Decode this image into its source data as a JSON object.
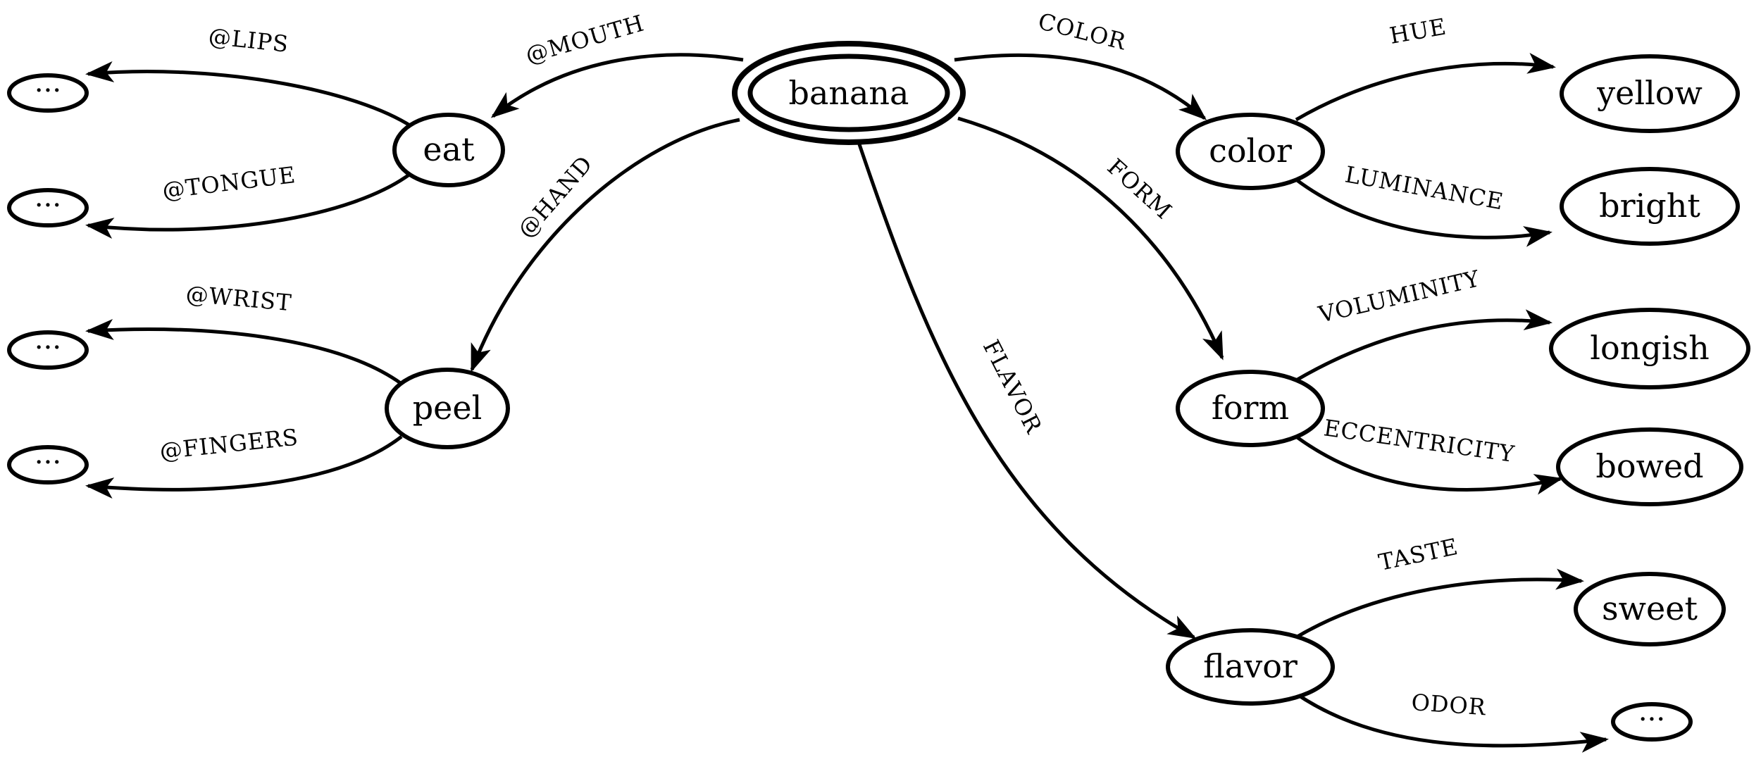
{
  "nodes": {
    "banana": "banana",
    "eat": "eat",
    "peel": "peel",
    "color": "color",
    "form": "form",
    "flavor": "flavor",
    "yellow": "yellow",
    "bright": "bright",
    "longish": "longish",
    "bowed": "bowed",
    "sweet": "sweet",
    "ellipsis": "···"
  },
  "edges": {
    "mouth": "@MOUTH",
    "hand": "@HAND",
    "lips": "@LIPS",
    "tongue": "@TONGUE",
    "wrist": "@WRIST",
    "fingers": "@FINGERS",
    "color": "COLOR",
    "form": "FORM",
    "flavor": "FLAVOR",
    "hue": "HUE",
    "luminance": "LUMINANCE",
    "voluminity": "VOLUMINITY",
    "eccentricity": "ECCENTRICITY",
    "taste": "TASTE",
    "odor": "ODOR"
  }
}
